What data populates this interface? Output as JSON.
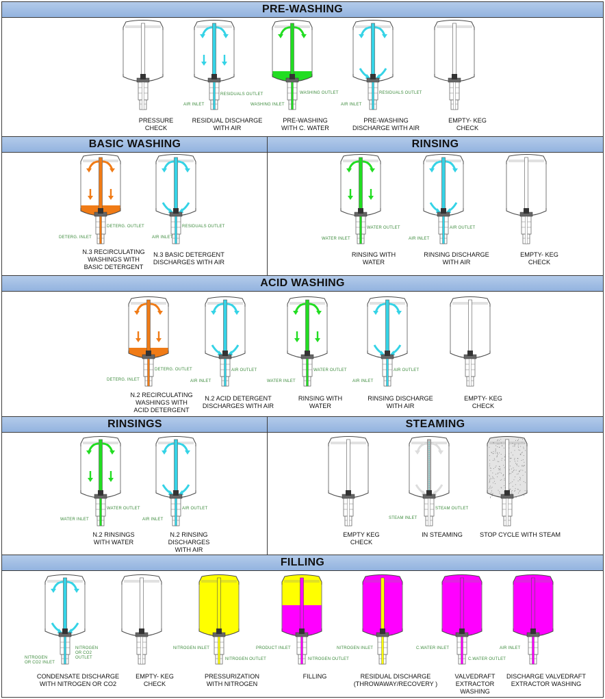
{
  "title_pre_washing": "PRE-WASHING",
  "title_basic_washing": "BASIC WASHING",
  "title_rinsing": "RINSING",
  "title_acid_washing": "ACID WASHING",
  "title_rinsings": "RINSINGS",
  "title_steaming": "STEAMING",
  "title_filling": "FILLING",
  "colors": {
    "cyan": "#35d3e6",
    "green": "#22dd22",
    "orange": "#f07b16",
    "yellow": "#ffff00",
    "magenta": "#ff00ff",
    "header": "#9ebbe3"
  },
  "steps": {
    "pressure_check": "PRESSURE\nCHECK",
    "residual_discharge_air": "RESIDUAL DISCHARGE\nWITH AIR",
    "prewash_cold_water": "PRE-WASHING\nWITH C. WATER",
    "prewash_discharge_air": "PRE-WASHING\nDISCHARGE WITH AIR",
    "empty_keg_check": "EMPTY- KEG\nCHECK",
    "basic_recirc": "N.3 RECIRCULATING\nWASHINGS WITH\nBASIC DETERGENT",
    "basic_discharge": "N.3 BASIC DETERGENT\nDISCHARGES WITH AIR",
    "rinsing_water": "RINSING WITH\nWATER",
    "rinsing_discharge": "RINSING DISCHARGE\nWITH AIR",
    "acid_recirc": "N.2 RECIRCULATING\nWASHINGS WITH\nACID DETERGENT",
    "acid_discharge": "N.2 ACID DETERGENT\nDISCHARGES WITH AIR",
    "rinsings_water": "N.2 RINSINGS\nWITH WATER",
    "rinsings_discharge": "N.2 RINSING\nDISCHARGES\nWITH AIR",
    "empty_keg_check_2": "EMPTY KEG\nCHECK",
    "in_steaming": "IN STEAMING",
    "stop_cycle_steam": "STOP CYCLE WITH STEAM",
    "condensate_discharge": "CONDENSATE DISCHARGE\nWITH NITROGEN  OR CO2",
    "pressurization": "PRESSURIZATION\nWITH NITROGEN",
    "filling": "FILLING",
    "residual_discharge": "RESIDUAL DISCHARGE\n(THROWAWAY/RECOVERY )",
    "valvedraft_washing": "VALVEDRAFT\nEXTRACTOR\nWASHING",
    "discharge_valvedraft": "DISCHARGE  VALVEDRAFT\nEXTRACTOR WASHING"
  },
  "labels": {
    "residuals_outlet": "RESIDUALS OUTLET",
    "air_inlet": "AIR INLET",
    "washing_outlet": "WASHING OUTLET",
    "washing_inlet": "WASHING INLET",
    "deterg_outlet": "DETERG. OUTLET",
    "deterg_inlet": "DETERG. INLET",
    "water_outlet": "WATER OUTLET",
    "water_inlet": "WATER INLET",
    "air_outlet": "AIR OUTLET",
    "steam_inlet": "STEAM INLET",
    "steam_outlet": "STEAM OUTLET",
    "nitrogen_co2_outlet": "NITROGEN\nOR CO2 OUTLET",
    "nitrogen_co2_inlet": "NITROGEN\nOR CO2 INLET",
    "nitrogen_inlet": "NITROGEN INLET",
    "nitrogen_outlet": "NITROGEN OUTLET",
    "product_inlet": "PRODUCT INLET",
    "cwater_inlet": "C.WATER INLET",
    "cwater_outlet": "C.WATER OUTLET"
  }
}
